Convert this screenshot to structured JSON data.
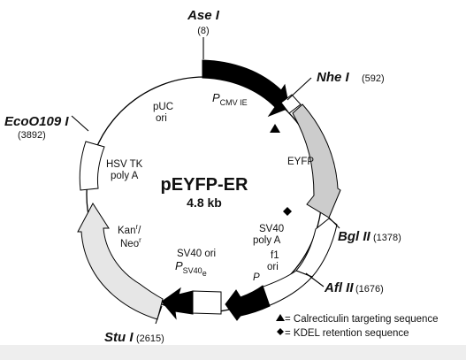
{
  "plasmid": {
    "name": "pEYFP-ER",
    "size": "4.8 kb"
  },
  "sites": [
    {
      "italic": "Ase",
      "rest": " I",
      "position": "(8)"
    },
    {
      "italic": "Nhe",
      "rest": " I",
      "position": "(592)"
    },
    {
      "italic": "Bgl",
      "rest": " II",
      "position": "(1378)"
    },
    {
      "italic": "Afl",
      "rest": " II",
      "position": "(1676)"
    },
    {
      "italic": "Stu",
      "rest": " I",
      "position": "(2615)"
    },
    {
      "italic": "Eco",
      "rest": "O109 I",
      "position": "(3892)"
    }
  ],
  "features": {
    "pcmv": {
      "letter": "P",
      "sub": "CMV IE"
    },
    "eyfp": "EYFP",
    "sv40_polya_1": "SV40",
    "sv40_polya_2": "poly A",
    "f1_1": "f1",
    "f1_2": "ori",
    "p_label": "P",
    "sv40_ori": "SV40 ori",
    "psv40": {
      "letter": "P",
      "sub": "SV40",
      "subsub": "e"
    },
    "kan": {
      "a": "Kan",
      "a_sup": "r",
      "slash": "/",
      "b": "Neo",
      "b_sup": "r"
    },
    "hsv_1": "HSV TK",
    "hsv_2": "poly A",
    "puc_1": "pUC",
    "puc_2": "ori"
  },
  "legend": [
    {
      "symbol": "▲",
      "text": " = Calrecticulin targeting sequence"
    },
    {
      "symbol": "◆",
      "text": " = KDEL retention sequence"
    }
  ]
}
